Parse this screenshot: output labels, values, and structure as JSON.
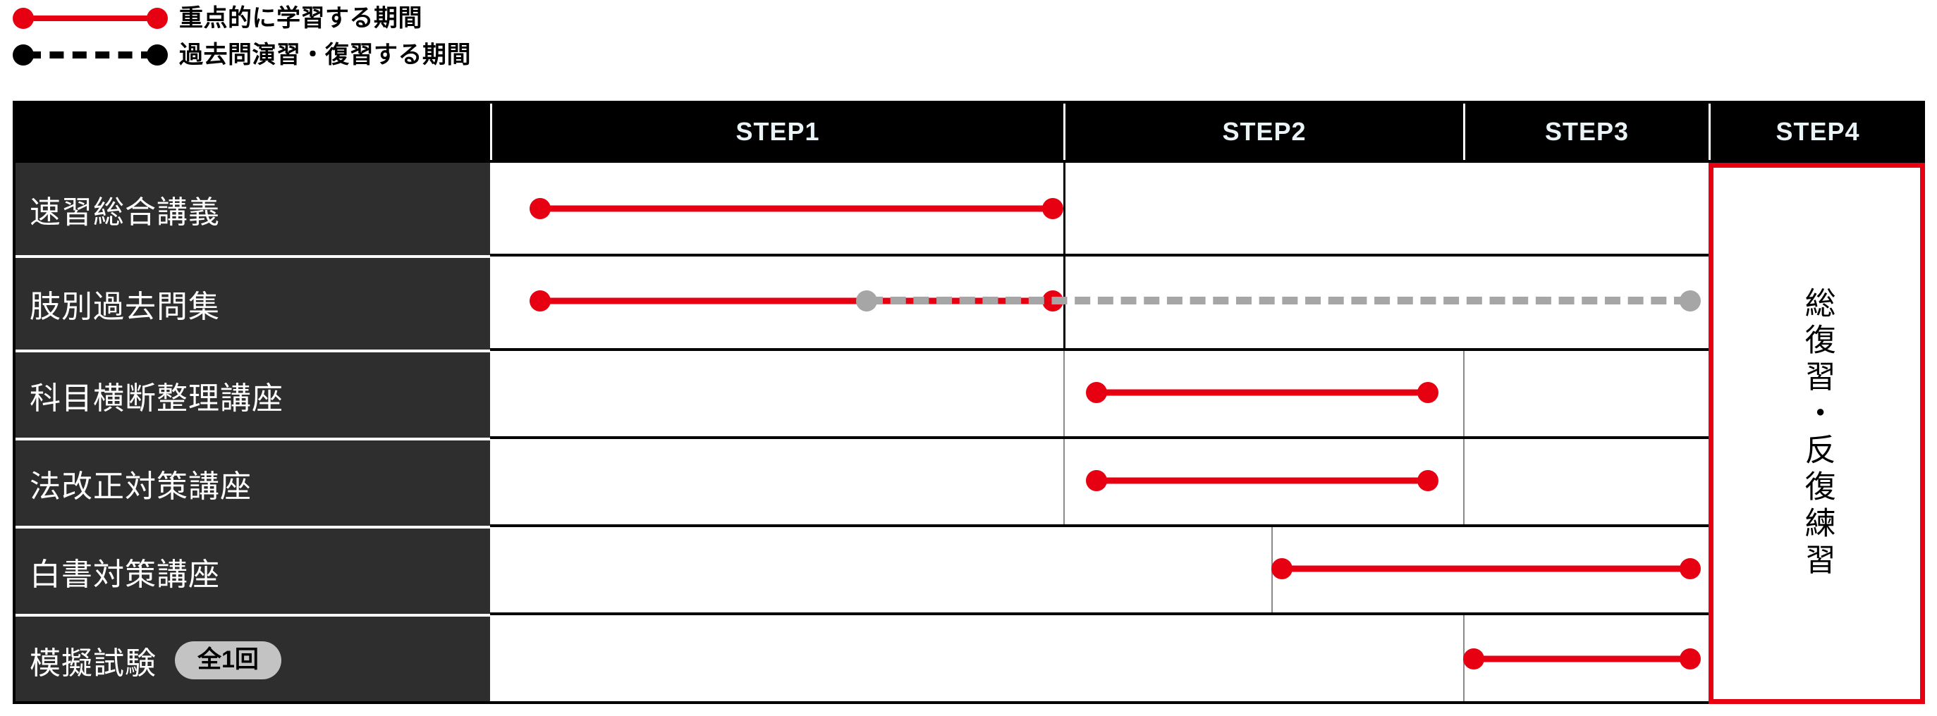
{
  "legend": {
    "items": [
      {
        "id": "focus-study",
        "label": "重点的に学習する期間",
        "style": "solid",
        "color": "#e60012"
      },
      {
        "id": "past-exam-review",
        "label": "過去問演習・復習する期間",
        "style": "dashed",
        "color": "#000000"
      }
    ]
  },
  "table": {
    "columns": [
      {
        "id": "label",
        "label": ""
      },
      {
        "id": "step1",
        "label": "STEP1"
      },
      {
        "id": "step2",
        "label": "STEP2"
      },
      {
        "id": "step3",
        "label": "STEP3"
      },
      {
        "id": "step4",
        "label": "STEP4"
      }
    ],
    "rows": [
      {
        "id": "sokushu-sogo-kogi",
        "label": "速習総合講義",
        "badge": null
      },
      {
        "id": "shibetsu-kakomonshu",
        "label": "肢別過去問集",
        "badge": null
      },
      {
        "id": "kamoku-odan-seiri",
        "label": "科目横断整理講座",
        "badge": null
      },
      {
        "id": "hokaisei-taisaku",
        "label": "法改正対策講座",
        "badge": null
      },
      {
        "id": "hakusho-taisaku",
        "label": "白書対策講座",
        "badge": null
      },
      {
        "id": "mogi-shiken",
        "label": "模擬試験",
        "badge": "全1回"
      }
    ],
    "step4_panel": {
      "text": "総復習・反復練習",
      "accent": "#e60012"
    }
  },
  "chart_data": {
    "type": "bar",
    "title": "",
    "xlabel": "",
    "ylabel": "",
    "categories": [
      "STEP1",
      "STEP2",
      "STEP3",
      "STEP4"
    ],
    "legend_position": "top-left",
    "grid": true,
    "series": [
      {
        "name": "速習総合講義",
        "bars": [
          {
            "kind": "focus",
            "color": "#e60012",
            "style": "solid",
            "start": "STEP1",
            "end": "STEP1"
          }
        ]
      },
      {
        "name": "肢別過去問集",
        "bars": [
          {
            "kind": "focus",
            "color": "#e60012",
            "style": "solid",
            "start": "STEP1",
            "end": "STEP1"
          },
          {
            "kind": "review",
            "color": "#a6a6a6",
            "style": "dashed",
            "start": "STEP2",
            "end": "STEP3"
          }
        ]
      },
      {
        "name": "科目横断整理講座",
        "bars": [
          {
            "kind": "focus",
            "color": "#e60012",
            "style": "solid",
            "start": "STEP2",
            "end": "STEP2"
          }
        ]
      },
      {
        "name": "法改正対策講座",
        "bars": [
          {
            "kind": "focus",
            "color": "#e60012",
            "style": "solid",
            "start": "STEP2",
            "end": "STEP2"
          }
        ]
      },
      {
        "name": "白書対策講座",
        "bars": [
          {
            "kind": "focus",
            "color": "#e60012",
            "style": "solid",
            "start": "STEP2-late",
            "end": "STEP3"
          }
        ]
      },
      {
        "name": "模擬試験",
        "bars": [
          {
            "kind": "focus",
            "color": "#e60012",
            "style": "solid",
            "start": "STEP3",
            "end": "STEP3"
          }
        ]
      }
    ]
  }
}
